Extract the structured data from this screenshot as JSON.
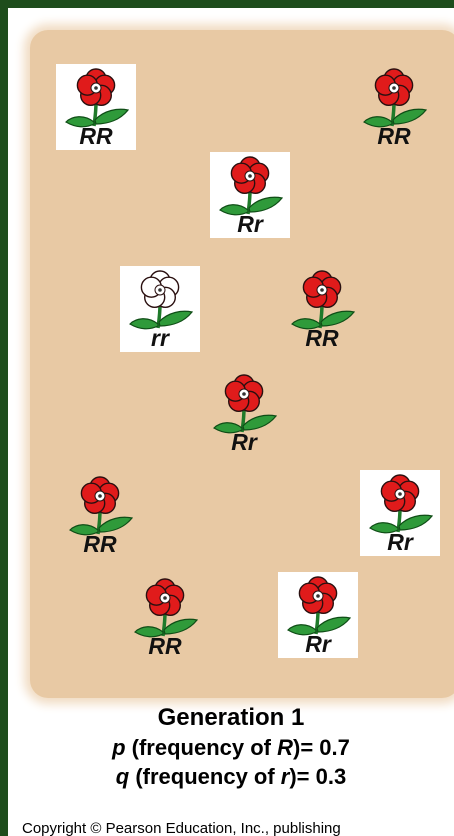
{
  "plants": [
    {
      "genotype": "RR",
      "color": "#e01b1b",
      "boxed": true
    },
    {
      "genotype": "RR",
      "color": "#e01b1b",
      "boxed": false
    },
    {
      "genotype": "Rr",
      "color": "#e01b1b",
      "boxed": true
    },
    {
      "genotype": "rr",
      "color": "#ffffff",
      "boxed": true
    },
    {
      "genotype": "RR",
      "color": "#e01b1b",
      "boxed": false
    },
    {
      "genotype": "Rr",
      "color": "#e01b1b",
      "boxed": false
    },
    {
      "genotype": "RR",
      "color": "#e01b1b",
      "boxed": false
    },
    {
      "genotype": "Rr",
      "color": "#e01b1b",
      "boxed": true
    },
    {
      "genotype": "RR",
      "color": "#e01b1b",
      "boxed": false
    },
    {
      "genotype": "Rr",
      "color": "#e01b1b",
      "boxed": true
    }
  ],
  "caption": {
    "title": "Generation 1",
    "p_line": {
      "symbol": "p",
      "text": " (frequency of ",
      "allele": "R",
      "value": ")= 0.7"
    },
    "q_line": {
      "symbol": "q",
      "text": " (frequency of ",
      "allele": "r",
      "value": ")= 0.3"
    }
  },
  "copyright": "Copyright © Pearson Education, Inc., publishing"
}
